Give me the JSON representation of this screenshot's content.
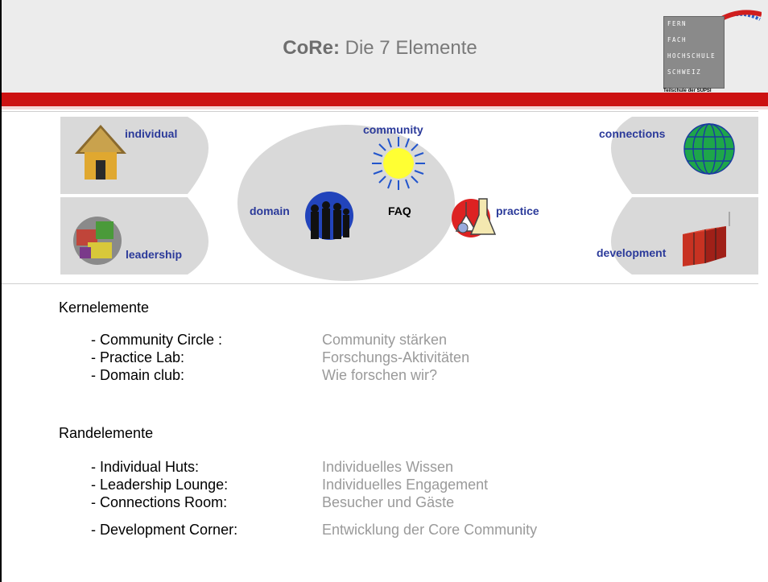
{
  "header": {
    "title_bold": "CoRe:",
    "title_rest": "Die 7 Elemente",
    "logo_lines": [
      "FERN",
      "FACH",
      "HOCHSCHULE",
      "SCHWEIZ"
    ],
    "logo_caption": "Teilschule der SUPSI"
  },
  "diagram": {
    "labels": {
      "individual": "individual",
      "leadership": "leadership",
      "community": "community",
      "domain": "domain",
      "faq": "FAQ",
      "practice": "practice",
      "connections": "connections",
      "development": "development"
    },
    "colors": {
      "shape_fill": "#d9d9d9",
      "label": "#2b3a9a",
      "sun": "#ffff33",
      "rays": "#2255cc"
    }
  },
  "kern": {
    "heading": "Kernelemente",
    "items": [
      {
        "k": "- Community Circle :",
        "v": "Community stärken"
      },
      {
        "k": "- Practice Lab:",
        "v": "Forschungs-Aktivitäten"
      },
      {
        "k": "- Domain club:",
        "v": "Wie forschen wir?"
      }
    ]
  },
  "rand": {
    "heading": "Randelemente",
    "items": [
      {
        "k": "- Individual Huts:",
        "v": "Individuelles Wissen"
      },
      {
        "k": "- Leadership Lounge:",
        "v": "Individuelles Engagement"
      },
      {
        "k": "- Connections Room:",
        "v": "Besucher und Gäste"
      },
      {
        "k": "- Development Corner:",
        "v": "Entwicklung der Core Community"
      }
    ]
  }
}
